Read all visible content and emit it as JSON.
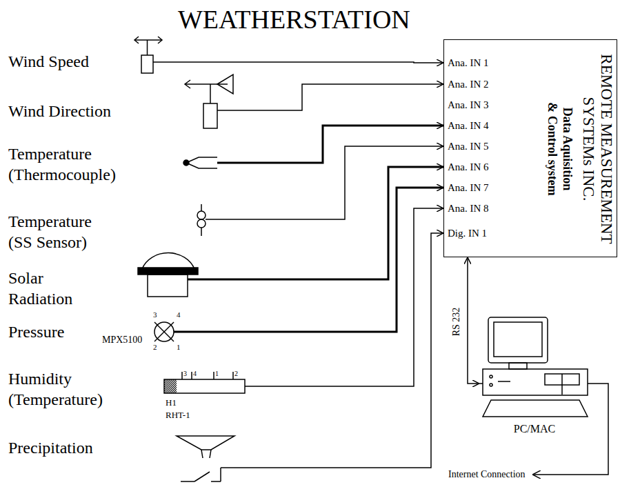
{
  "diagram": {
    "title": "WEATHERSTATION",
    "nodes": [
      {
        "text": [
          "REMOTE MEASUREMENT SYSTEMs INC.",
          "Data Aquisition & Control system"
        ]
      },
      {
        "text": [
          "Wind Speed"
        ]
      },
      {
        "text": [
          "Wind Direction"
        ]
      },
      {
        "text": [
          "Temperature (Thermocouple)"
        ]
      },
      {
        "text": [
          "Temperature (SS Sensor)"
        ]
      },
      {
        "text": [
          "Solar Radiation"
        ]
      },
      {
        "text": [
          "Pressure",
          "MPX5100"
        ]
      },
      {
        "text": [
          "Humidity (Temperature)",
          "H1",
          "RHT-1"
        ]
      },
      {
        "text": [
          "Precipitation"
        ]
      },
      {
        "text": [
          "PC/MAC"
        ]
      }
    ],
    "edges": [
      {
        "from": 1,
        "to": 0,
        "arrow": "to"
      },
      {
        "from": 2,
        "to": 0,
        "arrow": "to"
      },
      {
        "from": 3,
        "to": 0,
        "arrow": "to"
      },
      {
        "from": 4,
        "to": 0,
        "arrow": "to"
      },
      {
        "from": 5,
        "to": 0,
        "arrow": "to"
      },
      {
        "from": 6,
        "to": 0,
        "arrow": "to"
      },
      {
        "from": 7,
        "to": 0,
        "arrow": "to"
      },
      {
        "from": 8,
        "to": 0,
        "arrow": "to"
      },
      {
        "from": 9,
        "to": 0,
        "label": "RS 232",
        "arrow": "both"
      }
    ],
    "labels": [
      "Ana. IN 1",
      "Ana. IN 2",
      "Ana. IN 3",
      "Ana. IN 4",
      "Ana. IN 5",
      "Ana. IN 6",
      "Ana. IN 7",
      "Ana. IN 8",
      "Dig. IN 1",
      "3",
      "4",
      "2",
      "1",
      "3",
      "4",
      "1",
      "2",
      "Internet Connection"
    ]
  }
}
